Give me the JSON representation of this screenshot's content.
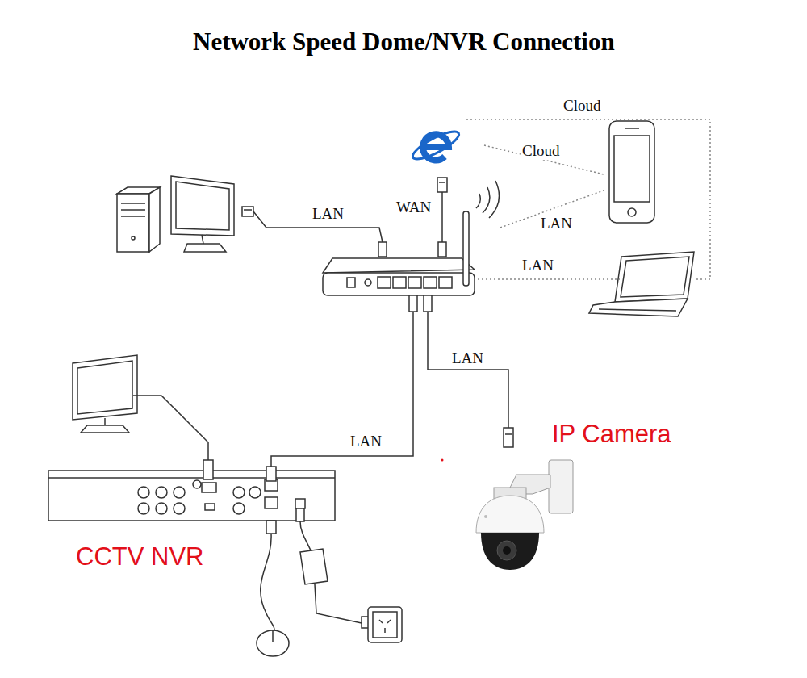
{
  "diagram": {
    "title": "Network Speed Dome/NVR Connection",
    "labels": [
      "Cloud",
      "Cloud",
      "LAN",
      "WAN",
      "LAN",
      "LAN",
      "LAN",
      "IP Camera",
      "LAN",
      "CCTV NVR"
    ]
  }
}
